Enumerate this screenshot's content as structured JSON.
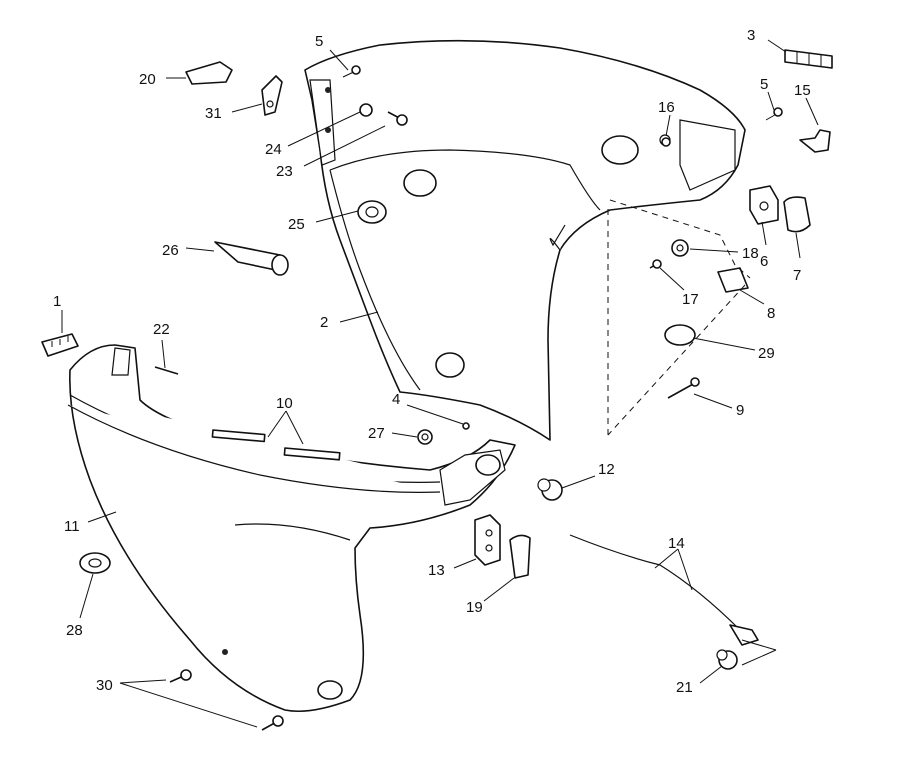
{
  "palette": {
    "ink": "#111111",
    "paper": "#ffffff"
  },
  "callouts": [
    "1",
    "2",
    "3",
    "4",
    "5",
    "5",
    "6",
    "7",
    "8",
    "9",
    "10",
    "11",
    "12",
    "13",
    "14",
    "15",
    "16",
    "17",
    "18",
    "19",
    "20",
    "21",
    "22",
    "23",
    "24",
    "25",
    "26",
    "27",
    "28",
    "29",
    "30",
    "31"
  ]
}
